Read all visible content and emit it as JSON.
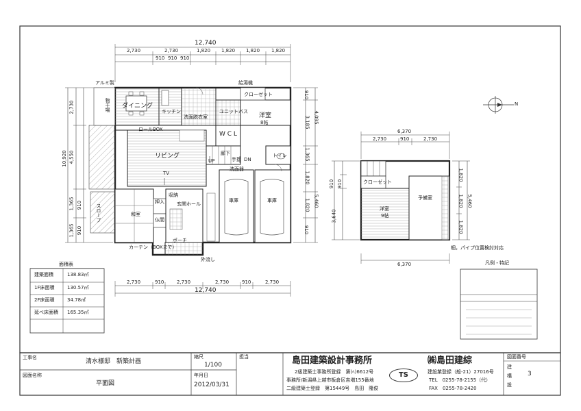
{
  "dims": {
    "top_total": "12,740",
    "top_segments": [
      "2,730",
      "2,730",
      "1,820",
      "1,820",
      "1,820",
      "1,820"
    ],
    "top_sub": [
      "910",
      "910",
      "910"
    ],
    "bottom_segments": [
      "2,730",
      "910",
      "2,730",
      "2,730",
      "910",
      "2,730"
    ],
    "bottom_total": "12,740",
    "left_outer": "10,920",
    "left_segs": [
      "2,730",
      "4,550",
      "1,365",
      "1,365"
    ],
    "left_inner": [
      "910",
      "910"
    ],
    "right_segs": [
      "910",
      "3,185",
      "4,095",
      "1,365"
    ],
    "right2_segs": [
      "1,820",
      "1,820",
      "910",
      "5,460"
    ],
    "up_top_total": "6,370",
    "up_top_segs": [
      "2,730",
      "910",
      "2,730"
    ],
    "up_bottom_total": "6,370",
    "up_left": [
      "910",
      "910",
      "3,640"
    ],
    "up_right": [
      "1,820",
      "1,820",
      "1,820",
      "5,460"
    ]
  },
  "rooms": {
    "dining": "ダイニング",
    "kitchen": "キッチン",
    "storage": "物干場",
    "senmen": "洗面脱衣室",
    "unitbath": "ユニットバス",
    "youshitsu1": "洋室",
    "youshitsu1_size": "8帖",
    "living": "リビング",
    "wcl": "W C L",
    "rouka": "廊下",
    "toilet": "トイレ",
    "garage1": "車庫",
    "garage2": "車庫",
    "washitsu": "和室",
    "oshiire": "押入",
    "butsudan": "仏間",
    "genkan": "玄関ホール",
    "porch": "ポーチ",
    "slope": "スロープ",
    "shuno": "収納",
    "tv": "TV",
    "rollbox": "ロールBOX",
    "closet": "クローゼット",
    "curtain": "カーテン（BOXまで）",
    "arumi": "アルミ製",
    "kyuto": "給湯機",
    "up": "UP",
    "dn": "DN",
    "tesuri": "手摺",
    "senbetsu": "洗面器",
    "sotonagashi": "外流し",
    "up_youshitsu": "洋室",
    "up_youshitsu_size": "9帖",
    "up_yobi": "予備室",
    "up_closet": "クローゼット",
    "pipe_note": "梱，パイプ位置検討対応"
  },
  "area_table": {
    "title": "面積表",
    "rows": [
      {
        "label": "建築面積",
        "value": "138.83㎡"
      },
      {
        "label": "1F床面積",
        "value": "130.57㎡"
      },
      {
        "label": "2F床面積",
        "value": "34.78㎡"
      },
      {
        "label": "延べ床面積",
        "value": "165.35㎡"
      }
    ]
  },
  "legend": {
    "title": "凡例・特記"
  },
  "title_block": {
    "project_label": "工事名",
    "project_name": "清水様邸　新築計画",
    "drawing_label": "図面名称",
    "drawing_name": "平面図",
    "scale_label": "縮尺",
    "scale_value": "1/100",
    "date_label": "年月日",
    "date_value": "2012/03/31",
    "person_label": "担当",
    "office_name": "島田建築設計事務所",
    "reg1": "2級建築士事務所登録　第(ﾍ)6612号",
    "addr": "事務所/新潟県上越市板倉区吉増155番地",
    "reg2": "二級建築士登録　第15449号　島田　隆俊",
    "logo": "TS",
    "company": "㈱島田建綜",
    "comp_reg": "建設業登録（般-21）27016号",
    "tel": "TEL　0255-78-2155（代）",
    "fax": "FAX　0255-78-2420",
    "number_label": "図面番号",
    "number_chars": [
      "建",
      "構",
      "設"
    ],
    "number_value": "3"
  },
  "north": "N"
}
